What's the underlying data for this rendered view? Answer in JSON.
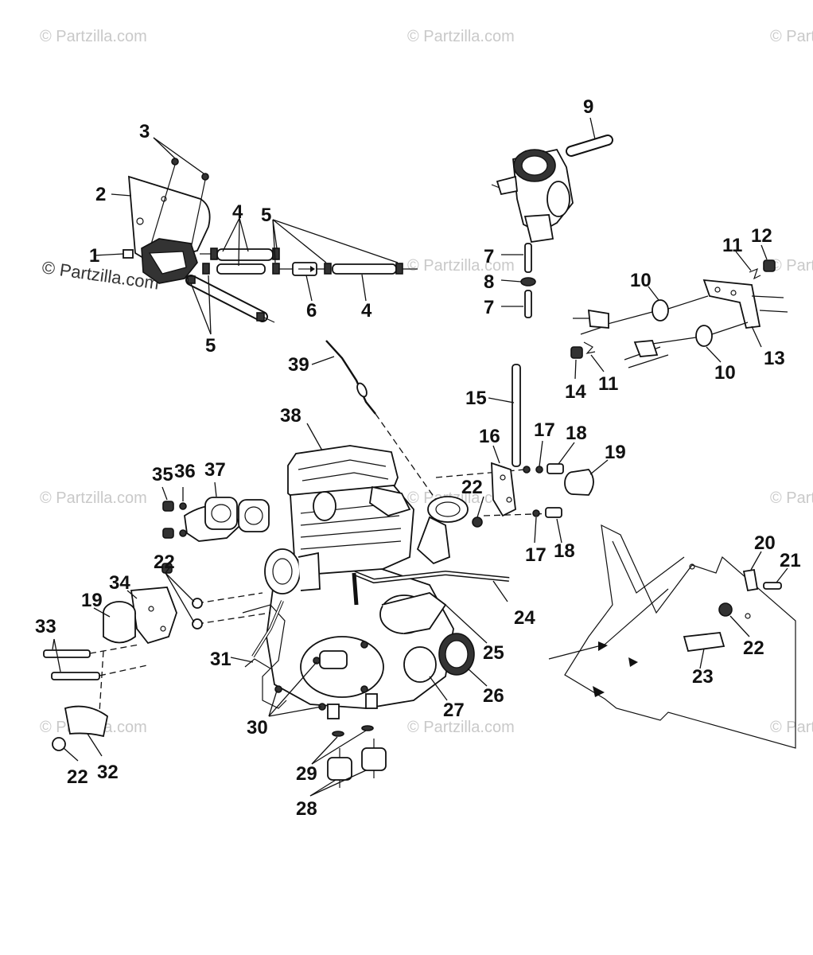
{
  "watermark": {
    "text": "© Partzilla.com",
    "prominent_text": "© Partzilla.com"
  },
  "callouts": [
    "1",
    "2",
    "3",
    "4",
    "4",
    "5",
    "5",
    "6",
    "4",
    "9",
    "7",
    "8",
    "7",
    "11",
    "12",
    "10",
    "11",
    "10",
    "13",
    "14",
    "39",
    "38",
    "15",
    "16",
    "17",
    "18",
    "19",
    "35",
    "36",
    "37",
    "22",
    "17",
    "18",
    "22",
    "34",
    "19",
    "24",
    "33",
    "25",
    "20",
    "21",
    "31",
    "26",
    "22",
    "23",
    "30",
    "27",
    "29",
    "22",
    "32",
    "28"
  ]
}
